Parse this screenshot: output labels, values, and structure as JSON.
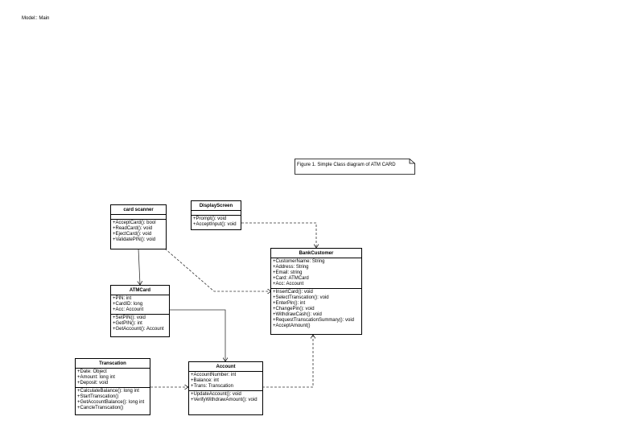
{
  "model_label": "Model:: Main",
  "note": "Figure 1. Simple Class diagram of ATM CARD",
  "classes": {
    "card_scanner": {
      "name": "card scanner",
      "attributes": [],
      "operations": [
        "+AcceptCard(): bool",
        "+ReadCard(): void",
        "+EjectCard(): void",
        "+ValidatePIN(): void"
      ]
    },
    "display_screen": {
      "name": "DisplayScreen",
      "attributes": [],
      "operations": [
        "+Prompt(): void",
        "+AcceptInput(): void"
      ]
    },
    "bank_customer": {
      "name": "BankCustomer",
      "attributes": [
        "+CustomerName: String",
        "+Address: String",
        "+Email: string",
        "+Card: ATMCard",
        "+Acc: Account"
      ],
      "operations": [
        "+InsertCard(): void",
        "+SelectTranscation(): void",
        "+EnterPin(): int",
        "+ChangePin(): void",
        "+WithdrawCash(): void",
        "+RequestTranscationSummary(): void",
        "+AcceptAmount()"
      ]
    },
    "atm_card": {
      "name": "ATMCard",
      "attributes": [
        "+PIN: int",
        "+CardID: long",
        "+Acc: Account"
      ],
      "operations": [
        "+SetPIN(): void",
        "+GetPIN(): int",
        "+GetAccount(): Account"
      ]
    },
    "transcation": {
      "name": "Transcation",
      "attributes": [
        "+Date: Object",
        "+Amount: long int",
        "+Deposit: void"
      ],
      "operations": [
        "+CalculateBalance(): long int",
        "+StartTranscation()",
        "+GetAccountBalance(): long int",
        "+CancleTranscation()"
      ]
    },
    "account": {
      "name": "Account",
      "attributes": [
        "+AccountNumber: int",
        "+Balance: int",
        "+Trans: Transcation"
      ],
      "operations": [
        "+UpdateAccount(): void",
        "+VerifyWithdrawAmount(): void"
      ]
    }
  }
}
